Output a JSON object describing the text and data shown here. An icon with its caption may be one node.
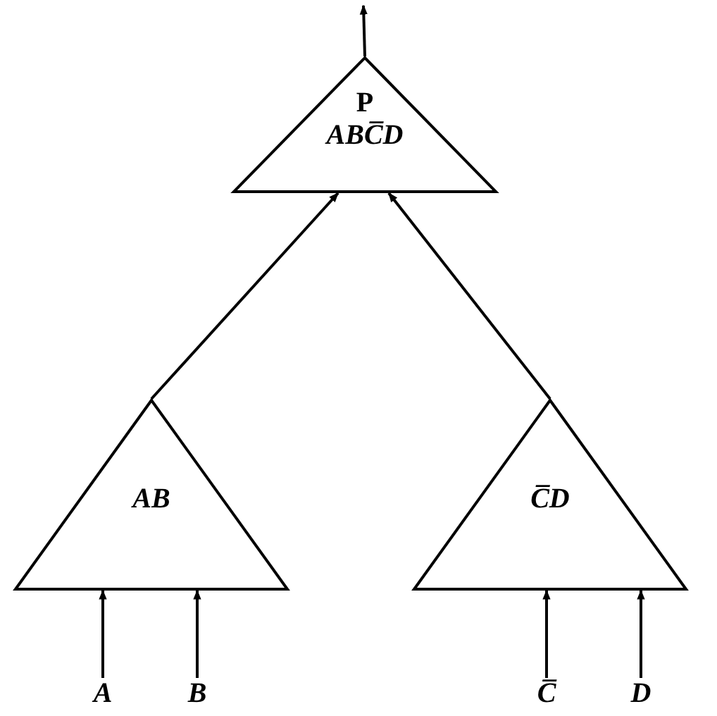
{
  "diagram": {
    "nodes": [
      {
        "text": [
          "P",
          "ABC̅D"
        ]
      },
      {
        "text": [
          "AB"
        ]
      },
      {
        "text": [
          "C̅D"
        ]
      },
      {
        "text": [
          "A"
        ]
      },
      {
        "text": [
          "B"
        ]
      },
      {
        "text": [
          "C̅"
        ]
      },
      {
        "text": [
          "D"
        ]
      }
    ],
    "edges": [
      {
        "from": 1,
        "to": 0,
        "arrow": "to"
      },
      {
        "from": 2,
        "to": 0,
        "arrow": "to"
      },
      {
        "from": 3,
        "to": 1,
        "arrow": "to"
      },
      {
        "from": 4,
        "to": 1,
        "arrow": "to"
      },
      {
        "from": 5,
        "to": 2,
        "arrow": "to"
      },
      {
        "from": 6,
        "to": 2,
        "arrow": "to"
      },
      {
        "from": 0,
        "to": null,
        "arrow": "to"
      }
    ]
  }
}
